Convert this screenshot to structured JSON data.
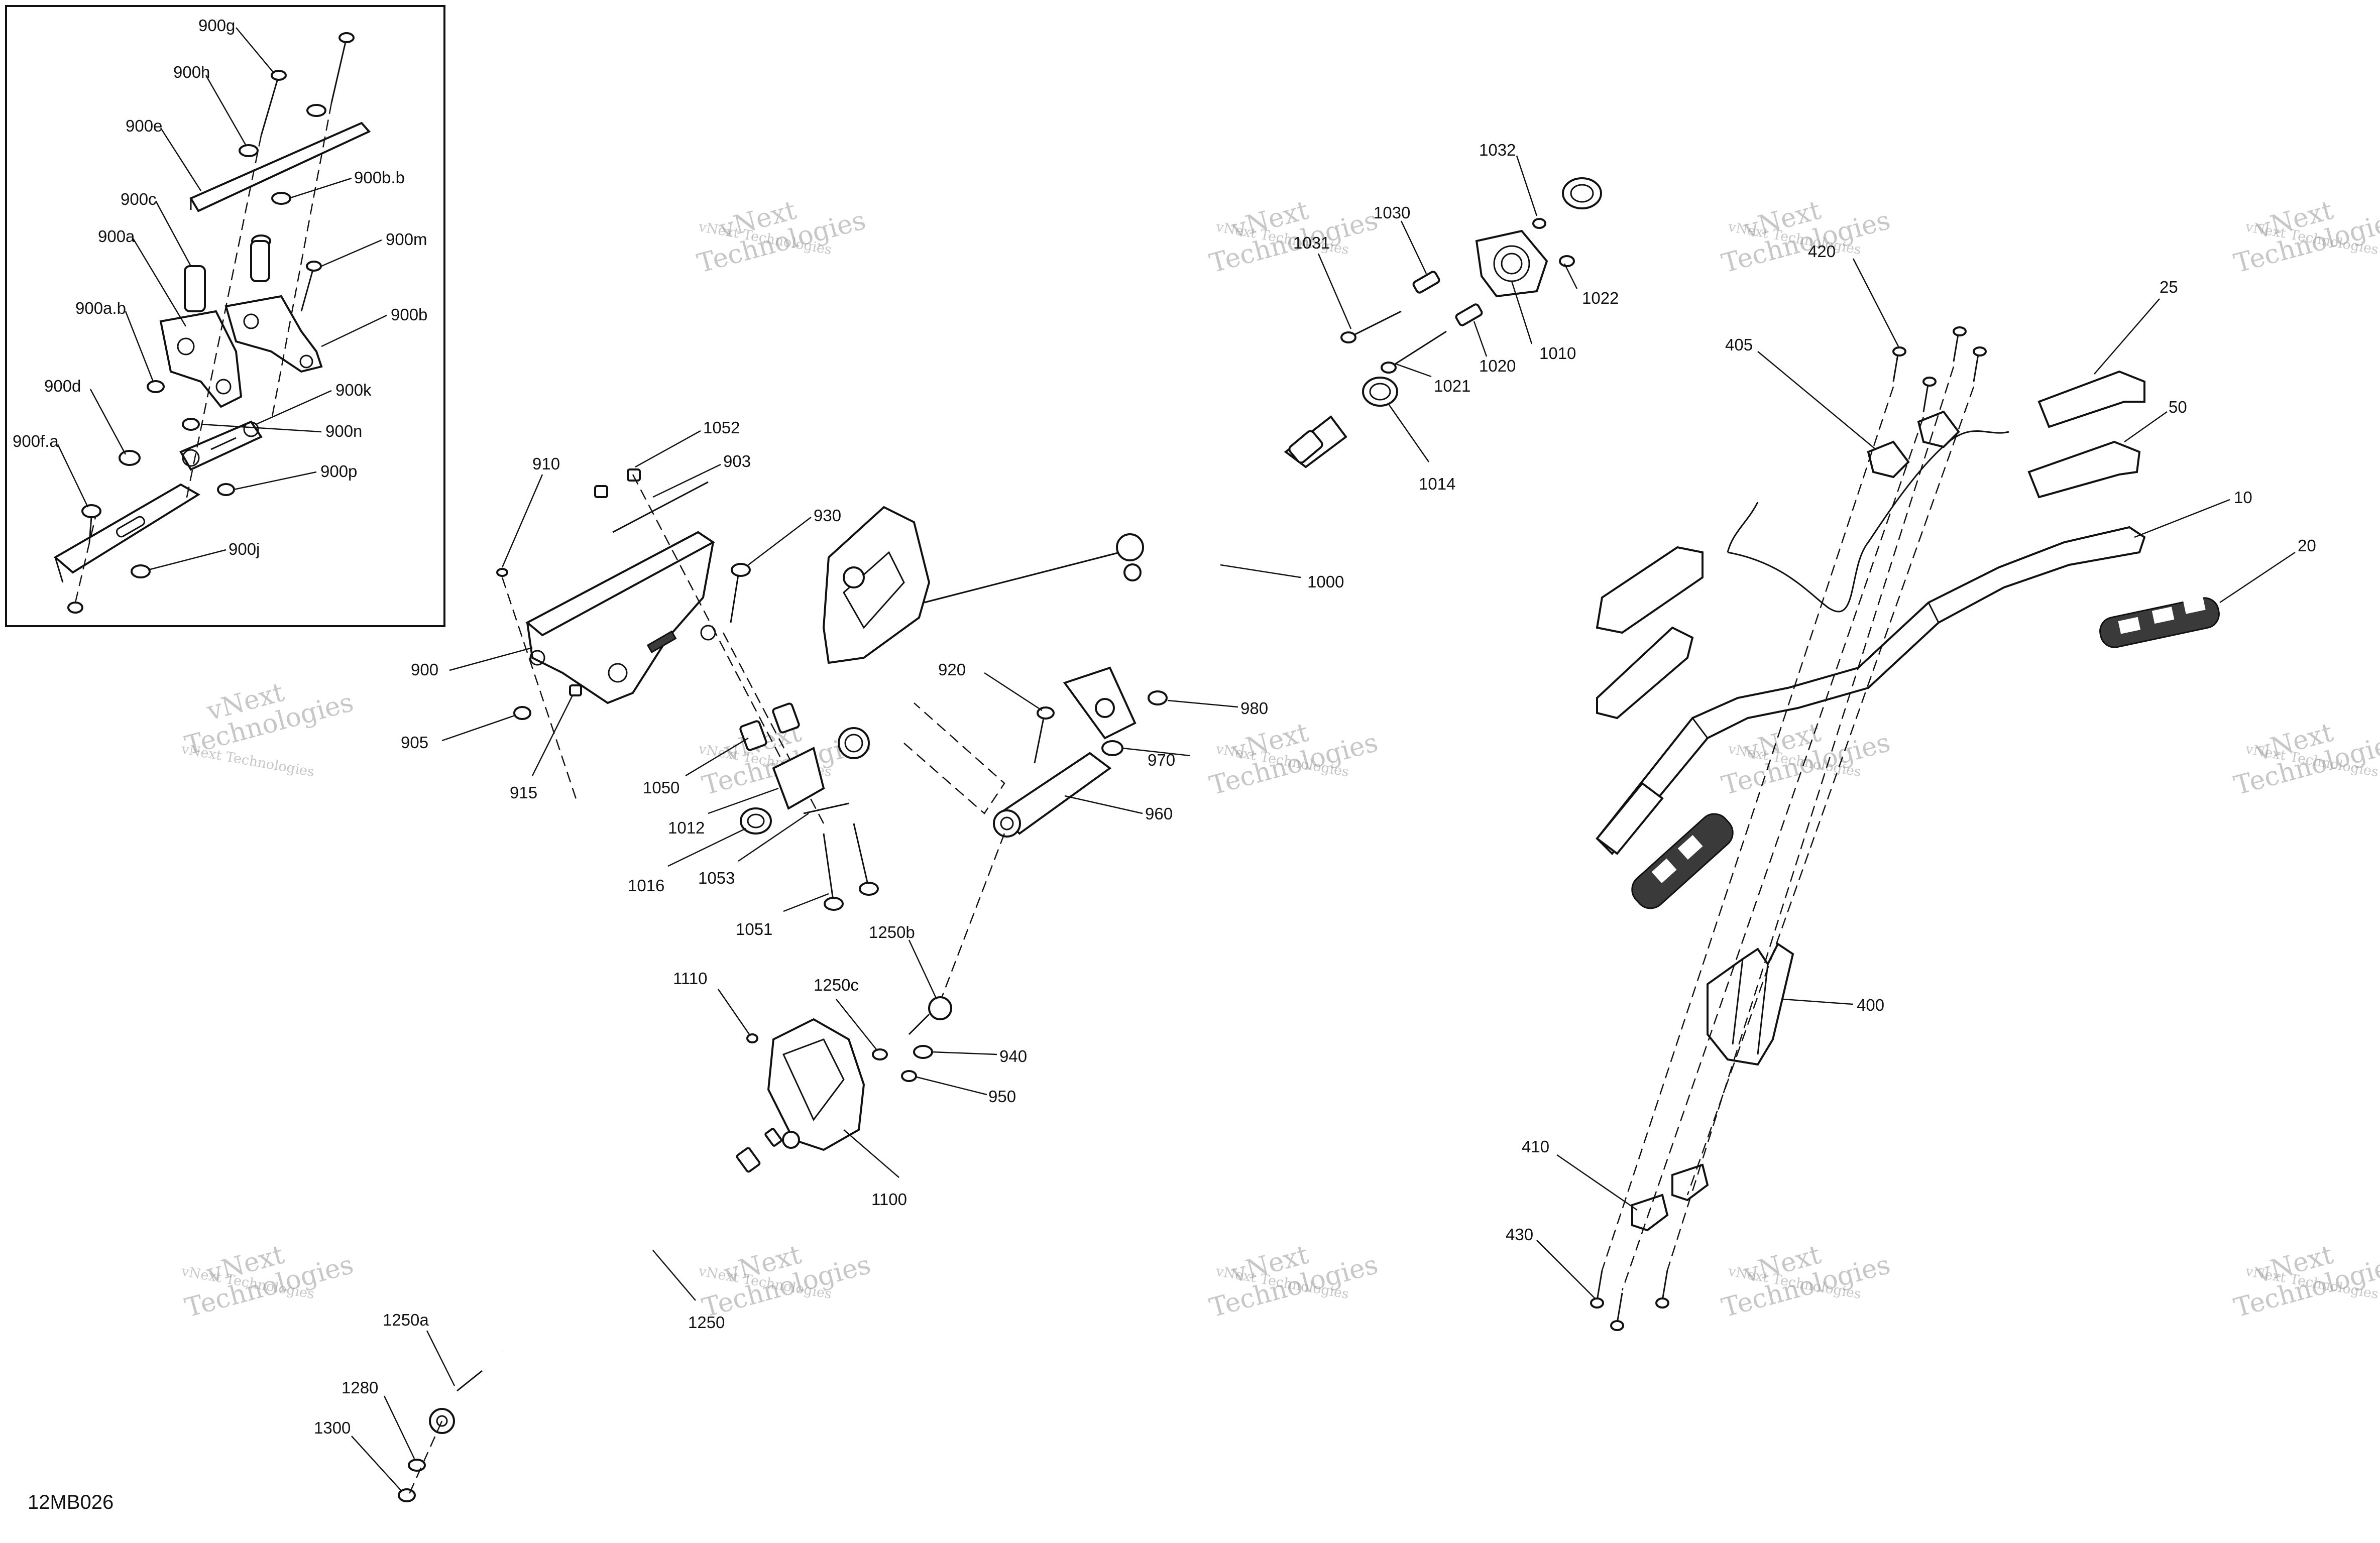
{
  "diagram_code": "12MB026",
  "watermark": {
    "line1": "vNext Technologies",
    "line2": "vNext",
    "line3": "Technologies"
  },
  "labels": {
    "l900g": "900g",
    "l900h": "900h",
    "l900e": "900e",
    "l900c": "900c",
    "l900a": "900a",
    "l900ab": "900a.b",
    "l900d": "900d",
    "l900fa": "900f.a",
    "l900bb": "900b.b",
    "l900m": "900m",
    "l900b": "900b",
    "l900k": "900k",
    "l900n": "900n",
    "l900p": "900p",
    "l900j": "900j",
    "l910": "910",
    "l1052": "1052",
    "l903": "903",
    "l930": "930",
    "l900": "900",
    "l905": "905",
    "l915": "915",
    "l1050": "1050",
    "l1012": "1012",
    "l1016": "1016",
    "l1053": "1053",
    "l1051": "1051",
    "l1032": "1032",
    "l1030": "1030",
    "l1031": "1031",
    "l1022": "1022",
    "l1010": "1010",
    "l1020": "1020",
    "l1021": "1021",
    "l1014": "1014",
    "l1000": "1000",
    "l920": "920",
    "l980": "980",
    "l970": "970",
    "l960": "960",
    "l1250b": "1250b",
    "l1110": "1110",
    "l1250c": "1250c",
    "l940": "940",
    "l950": "950",
    "l1100": "1100",
    "l1250": "1250",
    "l1250a": "1250a",
    "l1280": "1280",
    "l1300": "1300",
    "l420": "420",
    "l405": "405",
    "l25": "25",
    "l50": "50",
    "l10": "10",
    "l20": "20",
    "l400": "400",
    "l410": "410",
    "l430": "430"
  }
}
